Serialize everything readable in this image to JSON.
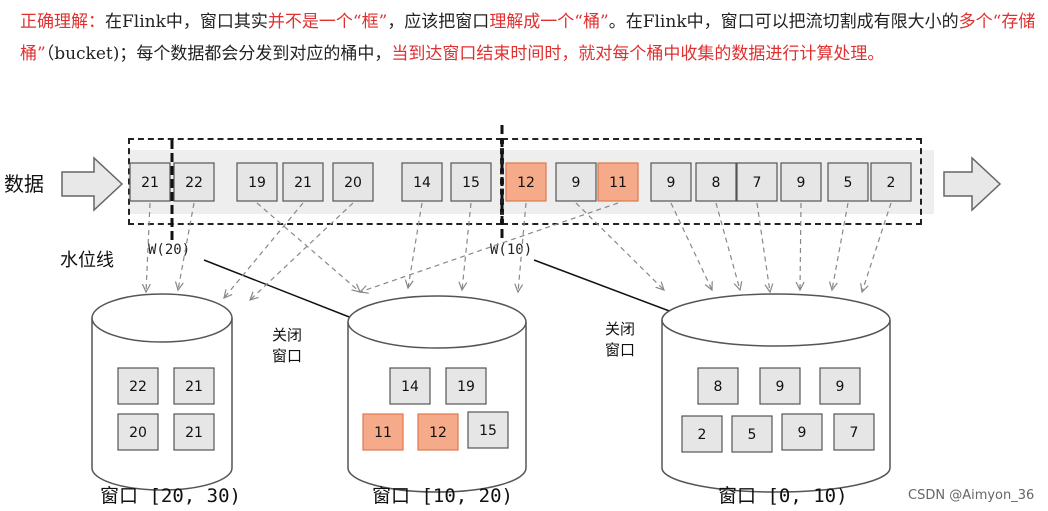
{
  "intro": {
    "segments": [
      {
        "text": "正确理解：",
        "red": true
      },
      {
        "text": "在Flink中，窗口其实",
        "red": false
      },
      {
        "text": "并不是一个“框”",
        "red": true
      },
      {
        "text": "，应该把窗口",
        "red": false
      },
      {
        "text": "理解成一个“桶”",
        "red": true
      },
      {
        "text": "。在Flink中，窗口可以把流切割成有限大小的",
        "red": false
      },
      {
        "text": "多个“存储桶”",
        "red": true
      },
      {
        "text": "（bucket)；每个数据都会分发到对应的桶中，",
        "red": false
      },
      {
        "text": "当到达窗口结束时间时，就对每个桶中收集的数据进行计算处理。",
        "red": true
      }
    ]
  },
  "labels": {
    "data": "数据",
    "watermark_line": "水位线",
    "close_window_1": "关闭\n窗口",
    "close_window_2": "关闭\n窗口"
  },
  "stream": [
    {
      "value": "21",
      "highlight": false,
      "bucket": 0
    },
    {
      "value": "22",
      "highlight": false,
      "bucket": 0
    },
    {
      "value": "19",
      "highlight": false,
      "bucket": 1
    },
    {
      "value": "21",
      "highlight": false,
      "bucket": 0
    },
    {
      "value": "20",
      "highlight": false,
      "bucket": 0
    },
    {
      "value": "14",
      "highlight": false,
      "bucket": 1
    },
    {
      "value": "15",
      "highlight": false,
      "bucket": 1
    },
    {
      "value": "12",
      "highlight": true,
      "bucket": 1
    },
    {
      "value": "9",
      "highlight": false,
      "bucket": 2
    },
    {
      "value": "11",
      "highlight": true,
      "bucket": 1
    },
    {
      "value": "9",
      "highlight": false,
      "bucket": 2
    },
    {
      "value": "8",
      "highlight": false,
      "bucket": 2
    },
    {
      "value": "7",
      "highlight": false,
      "bucket": 2
    },
    {
      "value": "9",
      "highlight": false,
      "bucket": 2
    },
    {
      "value": "5",
      "highlight": false,
      "bucket": 2
    },
    {
      "value": "2",
      "highlight": false,
      "bucket": 2
    }
  ],
  "watermarks": [
    {
      "label": "W(20)"
    },
    {
      "label": "W(10)"
    }
  ],
  "buckets": [
    {
      "caption": "窗口 [20, 30)",
      "items": [
        {
          "value": "22",
          "highlight": false
        },
        {
          "value": "21",
          "highlight": false
        },
        {
          "value": "20",
          "highlight": false
        },
        {
          "value": "21",
          "highlight": false
        }
      ]
    },
    {
      "caption": "窗口 [10, 20)",
      "items": [
        {
          "value": "14",
          "highlight": false
        },
        {
          "value": "19",
          "highlight": false
        },
        {
          "value": "11",
          "highlight": true
        },
        {
          "value": "12",
          "highlight": true
        },
        {
          "value": "15",
          "highlight": false
        }
      ]
    },
    {
      "caption": "窗口 [0, 10)",
      "items": [
        {
          "value": "8",
          "highlight": false
        },
        {
          "value": "9",
          "highlight": false
        },
        {
          "value": "9",
          "highlight": false
        },
        {
          "value": "2",
          "highlight": false
        },
        {
          "value": "5",
          "highlight": false
        },
        {
          "value": "9",
          "highlight": false
        },
        {
          "value": "7",
          "highlight": false
        }
      ]
    }
  ],
  "colors": {
    "box_fill": "#e6e6e6",
    "box_highlight": "#f5ab8a",
    "box_stroke": "#555555",
    "highlight_stroke": "#e07850",
    "arrow": "#888888",
    "red_text": "#e03030"
  },
  "footer": {
    "credit": "CSDN @Aimyon_36"
  }
}
